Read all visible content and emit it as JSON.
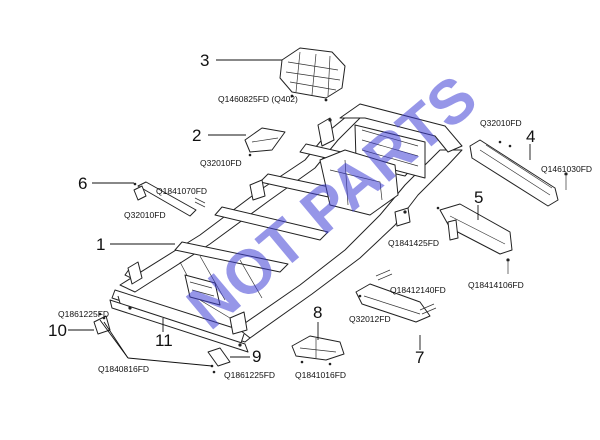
{
  "callouts": {
    "n1": "1",
    "n2": "2",
    "n3": "3",
    "n4": "4",
    "n5": "5",
    "n6": "6",
    "n7": "7",
    "n8": "8",
    "n9": "9",
    "n10": "10",
    "n11": "11"
  },
  "codes": {
    "c_3": "Q1460825FD (Q402)",
    "c_2": "Q32010FD",
    "c_6a": "Q1841070FD",
    "c_6b": "Q32010FD",
    "c_4a": "Q32010FD",
    "c_4b": "Q1461030FD",
    "c_5a": "Q1841425FD",
    "c_5b": "Q18414106FD",
    "c_7a": "Q18412140FD",
    "c_7b": "Q32012FD",
    "c_10": "Q1861225FD",
    "c_9a": "Q1840816FD",
    "c_9b": "Q1861225FD",
    "c_8": "Q1841016FD"
  },
  "watermark": "NOT PARTS",
  "colors": {
    "ink": "#111111",
    "watermark": "#3f3fd6"
  }
}
